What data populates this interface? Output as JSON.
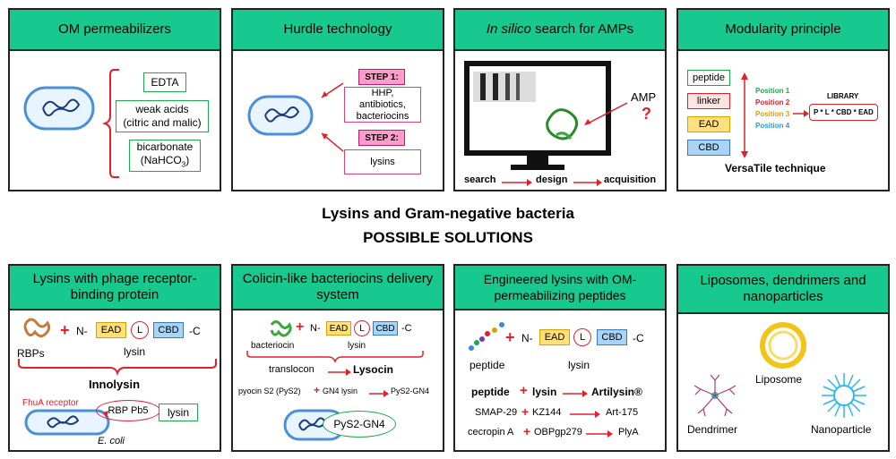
{
  "center": {
    "line1": "Lysins and Gram-negative bacteria",
    "line2": "POSSIBLE SOLUTIONS"
  },
  "p1": {
    "title": "OM permeabilizers",
    "boxes": [
      "EDTA",
      "weak acids",
      "(citric and malic)",
      "bicarbonate",
      "(NaHCO",
      "3",
      ")"
    ]
  },
  "p2": {
    "title": "Hurdle technology",
    "step1": "STEP 1:",
    "step1_text": "HHP, antibiotics, bacteriocins",
    "step2": "STEP 2:",
    "step2_text": "lysins"
  },
  "p3": {
    "title_italic": "In silico",
    "title_rest": " search for AMPs",
    "amp": "AMP",
    "q": "?",
    "flow": [
      "search",
      "design",
      "acquisition"
    ]
  },
  "p4": {
    "title": "Modularity principle",
    "modules": [
      "peptide",
      "linker",
      "EAD",
      "CBD"
    ],
    "positions": [
      "Position 1",
      "Position 2",
      "Position 3",
      "Position 4"
    ],
    "library_label": "LIBRARY",
    "library_formula": "P * L * CBD * EAD",
    "technique": "VersaTile technique"
  },
  "p5": {
    "title": "Lysins with phage receptor-binding protein",
    "n": "N-",
    "c": "-C",
    "ead": "EAD",
    "l": "L",
    "cbd": "CBD",
    "rbps": "RBPs",
    "lysin": "lysin",
    "result": "Innolysin",
    "fhua": "FhuA receptor",
    "rbp": "RBP Pb5",
    "lysin_box": "lysin",
    "ecoli": "E. coli"
  },
  "p6": {
    "title": "Colicin-like bacteriocins delivery system",
    "n": "N-",
    "c": "-C",
    "ead": "EAD",
    "l": "L",
    "cbd": "CBD",
    "bacteriocin": "bacteriocin",
    "lysin": "lysin",
    "translocon": "translocon",
    "lysocin": "Lysocin",
    "pyocin": "pyocin S2 (PyS2)",
    "gn4": "GN4 lysin",
    "pys2gn4": "PyS2-GN4",
    "oval": "PyS2-GN4"
  },
  "p7": {
    "title": "Engineered lysins with OM-permeabilizing peptides",
    "n": "N-",
    "c": "-C",
    "ead": "EAD",
    "l": "L",
    "cbd": "CBD",
    "peptide": "peptide",
    "lysin": "lysin",
    "eq_a": "peptide",
    "eq_b": "lysin",
    "artilysin": "Artilysin®",
    "r1": [
      "SMAP-29",
      "KZ144",
      "Art-175"
    ],
    "r2": [
      "cecropin A",
      "OBPgp279",
      "PlyA"
    ]
  },
  "p8": {
    "title": "Liposomes, dendrimers and nanoparticles",
    "liposome": "Liposome",
    "dendrimer": "Dendrimer",
    "nanoparticle": "Nanoparticle"
  },
  "colors": {
    "header": "#18c98f",
    "red": "#e0202a",
    "green_border": "#1fa84b",
    "pink_border": "#d9427a",
    "ead": "#ffe07a",
    "cbd": "#a8d4f5"
  }
}
